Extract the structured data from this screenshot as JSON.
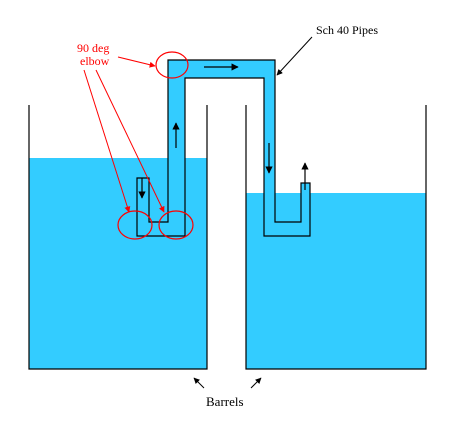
{
  "labels": {
    "elbow_line1": "90 deg",
    "elbow_line2": "elbow",
    "pipes": "Sch 40 Pipes",
    "barrels": "Barrels"
  },
  "colors": {
    "water": "#33CCFF",
    "outline": "#000000",
    "annotation": "#FF0000",
    "background": "#FFFFFF"
  }
}
